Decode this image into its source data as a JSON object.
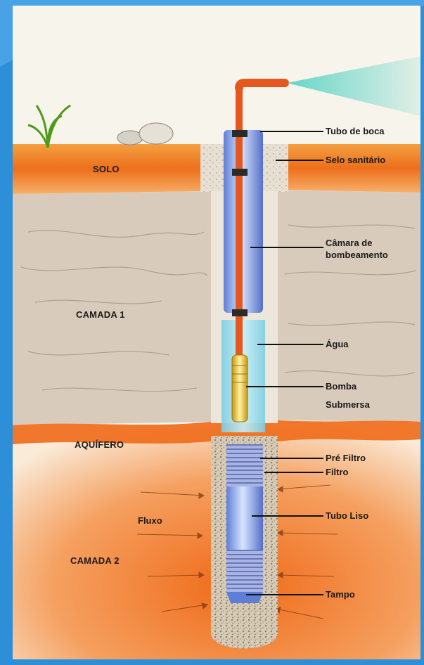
{
  "colors": {
    "slide_background": "#2e8fd9",
    "paper": "#f7f4ec",
    "soil_orange": "#ee7a26",
    "rock_layer": "#d9cbbb",
    "pipe_blue": "#8aa6e8",
    "pipe_orange": "#e4581f",
    "water": "#8fd4e6",
    "pump_yellow": "#e9c238",
    "spray": "#5fd3c6"
  },
  "layers": {
    "solo": "SOLO",
    "camada1": "CAMADA 1",
    "aquifero": "AQUÍFERO",
    "camada2": "CAMADA 2",
    "fluxo": "Fluxo"
  },
  "callouts": {
    "tubo_de_boca": "Tubo de boca",
    "selo_sanitario": "Selo sanitário",
    "camara_line1": "Câmara de",
    "camara_line2": "bombeamento",
    "agua": "Água",
    "bomba_line1": "Bomba",
    "bomba_line2": "Submersa",
    "pre_filtro": "Pré Filtro",
    "filtro": "Filtro",
    "tubo_liso": "Tubo Liso",
    "tampo": "Tampo"
  },
  "icons": [
    "plant-icon",
    "rock-icon",
    "water-spray-icon"
  ]
}
